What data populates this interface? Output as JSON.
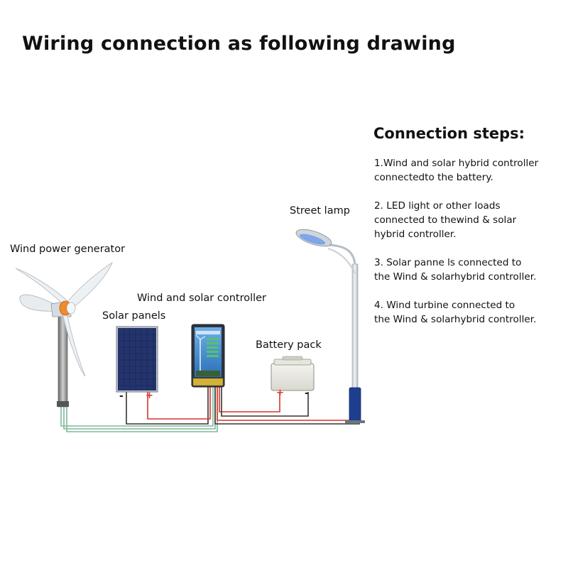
{
  "title": "Wiring connection as following drawing",
  "labels": {
    "street_lamp": "Street lamp",
    "wind_generator": "Wind power generator",
    "controller": "Wind and solar controller",
    "solar_panels": "Solar panels",
    "battery_pack": "Battery pack",
    "neg": "-",
    "pos": "+"
  },
  "steps": {
    "heading": "Connection steps:",
    "items": [
      {
        "lines": [
          "1.Wind and solar hybrid controller",
          "connectedto the battery."
        ]
      },
      {
        "lines": [
          "2. LED light or other loads",
          "connected to thewind & solar",
          "hybrid controller."
        ]
      },
      {
        "lines": [
          "3. Solar panne ls connected to",
          "the Wind & solarhybrid controller."
        ]
      },
      {
        "lines": [
          "4. Wind turbine connected to",
          "the Wind & solarhybrid controller."
        ]
      }
    ]
  },
  "colors": {
    "wire_red": "#d9342b",
    "wire_black": "#333333",
    "wire_green": "#7fb89a",
    "pole_blue": "#1e3f8f",
    "panel_blue": "#1d2a5c"
  }
}
